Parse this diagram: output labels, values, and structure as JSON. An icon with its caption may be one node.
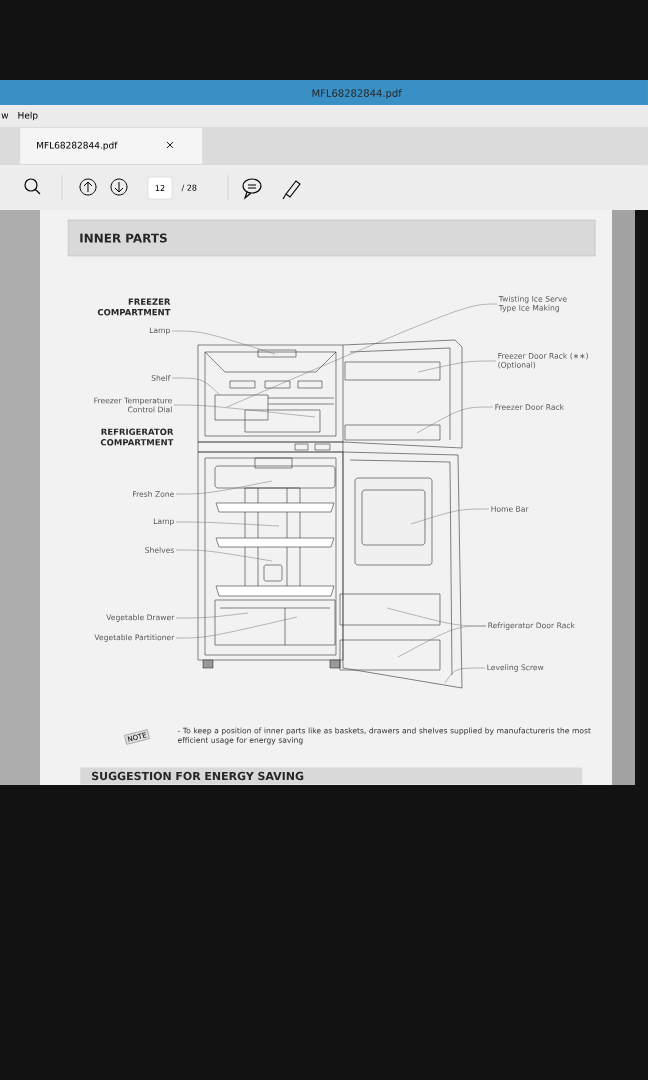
{
  "diagram": {
    "title": "INNER PARTS",
    "nodes": [
      {
        "text": [
          "Lamp"
        ]
      },
      {
        "text": [
          "Shelf"
        ]
      },
      {
        "text": [
          "Freezer Temperature Control Dial"
        ]
      },
      {
        "text": [
          "Twisting Ice Serve Type Ice Making"
        ]
      },
      {
        "text": [
          "Freezer Door Rack (∗∗) (Optional)"
        ]
      },
      {
        "text": [
          "Freezer Door Rack"
        ]
      },
      {
        "text": [
          "Fresh Zone"
        ]
      },
      {
        "text": [
          "Lamp"
        ]
      },
      {
        "text": [
          "Shelves"
        ]
      },
      {
        "text": [
          "Vegetable Drawer"
        ]
      },
      {
        "text": [
          "Vegetable Partitioner"
        ]
      },
      {
        "text": [
          "Home Bar"
        ]
      },
      {
        "text": [
          "Refrigerator Door Rack"
        ]
      },
      {
        "text": [
          "Leveling Screw"
        ]
      }
    ],
    "edges": [
      {
        "from": 0,
        "to": null,
        "arrow": "none"
      },
      {
        "from": 1,
        "to": null,
        "arrow": "none"
      },
      {
        "from": 2,
        "to": null,
        "arrow": "none"
      },
      {
        "from": 3,
        "to": null,
        "arrow": "none"
      },
      {
        "from": 4,
        "to": null,
        "arrow": "none"
      },
      {
        "from": 5,
        "to": null,
        "arrow": "none"
      },
      {
        "from": 6,
        "to": null,
        "arrow": "none"
      },
      {
        "from": 7,
        "to": null,
        "arrow": "none"
      },
      {
        "from": 8,
        "to": null,
        "arrow": "none"
      },
      {
        "from": 9,
        "to": null,
        "arrow": "none"
      },
      {
        "from": 10,
        "to": null,
        "arrow": "none"
      },
      {
        "from": 11,
        "to": null,
        "arrow": "none"
      },
      {
        "from": 12,
        "to": null,
        "arrow": "none"
      },
      {
        "from": 12,
        "to": null,
        "arrow": "none"
      },
      {
        "from": 13,
        "to": null,
        "arrow": "none"
      }
    ],
    "labels": [
      "MFL68282844.pdf",
      "w",
      "Help",
      "MFL68282844.pdf",
      "12",
      "/ 28",
      "FREEZER COMPARTMENT",
      "REFRIGERATOR COMPARTMENT",
      "NOTE",
      "- To keep a position of inner parts like as baskets, drawers and shelves supplied by manufactureris the most efficient usage for energy saving",
      "SUGGESTION FOR ENERGY SAVING"
    ]
  }
}
